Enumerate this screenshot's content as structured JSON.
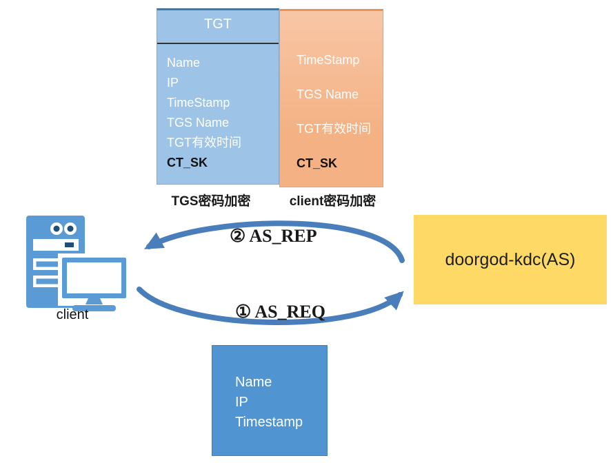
{
  "colors": {
    "tgt_box_fill": "#9DC3E6",
    "client_part_fill": "#F4B183",
    "kdc_fill": "#FFD966",
    "request_box_fill": "#5095D2",
    "client_icon_blue": "#5B9BD5",
    "arrow_blue": "#4A7EBB"
  },
  "tgt_box": {
    "title": "TGT",
    "fields": [
      "Name",
      "IP",
      "TimeStamp",
      "TGS Name",
      "TGT有效时间",
      "CT_SK"
    ],
    "caption": "TGS密码加密"
  },
  "client_part_box": {
    "fields": [
      "TimeStamp",
      "TGS Name",
      "TGT有效时间",
      "CT_SK"
    ],
    "caption": "client密码加密"
  },
  "client": {
    "label": "client"
  },
  "kdc": {
    "label": "doorgod-kdc(AS)"
  },
  "flow": {
    "as_rep": "② AS_REP",
    "as_req": "① AS_REQ"
  },
  "request_box": {
    "fields": [
      "Name",
      "IP",
      "Timestamp"
    ]
  }
}
